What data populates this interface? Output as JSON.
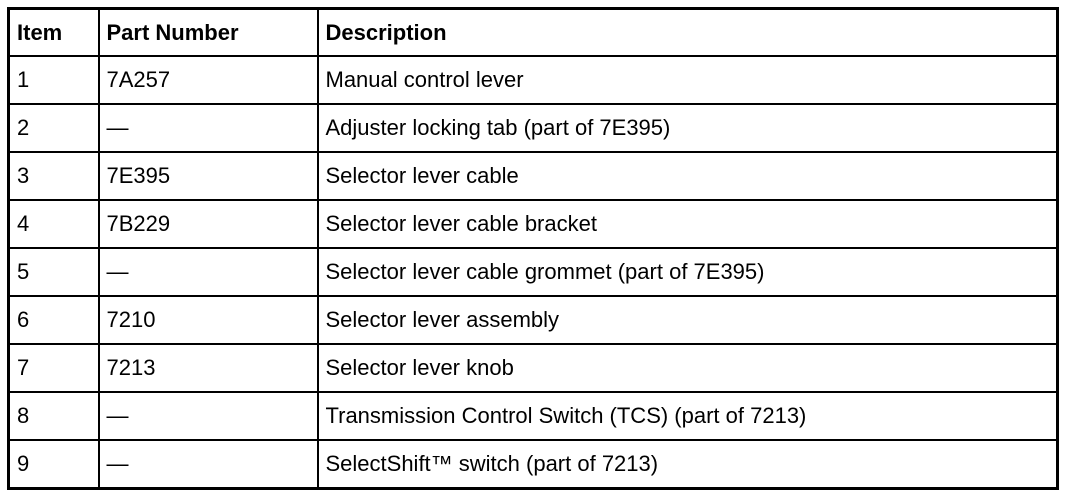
{
  "table": {
    "headers": {
      "item": "Item",
      "part_number": "Part Number",
      "description": "Description"
    },
    "rows": [
      {
        "item": "1",
        "part_number": "7A257",
        "description": "Manual control lever"
      },
      {
        "item": "2",
        "part_number": "—",
        "description": "Adjuster locking tab (part of 7E395)"
      },
      {
        "item": "3",
        "part_number": "7E395",
        "description": "Selector lever cable"
      },
      {
        "item": "4",
        "part_number": "7B229",
        "description": "Selector lever cable bracket"
      },
      {
        "item": "5",
        "part_number": "—",
        "description": "Selector lever cable grommet (part of 7E395)"
      },
      {
        "item": "6",
        "part_number": "7210",
        "description": "Selector lever assembly"
      },
      {
        "item": "7",
        "part_number": "7213",
        "description": "Selector lever knob"
      },
      {
        "item": "8",
        "part_number": "—",
        "description": "Transmission Control Switch (TCS) (part of 7213)"
      },
      {
        "item": "9",
        "part_number": "—",
        "description": "SelectShift™ switch (part of 7213)"
      }
    ]
  }
}
